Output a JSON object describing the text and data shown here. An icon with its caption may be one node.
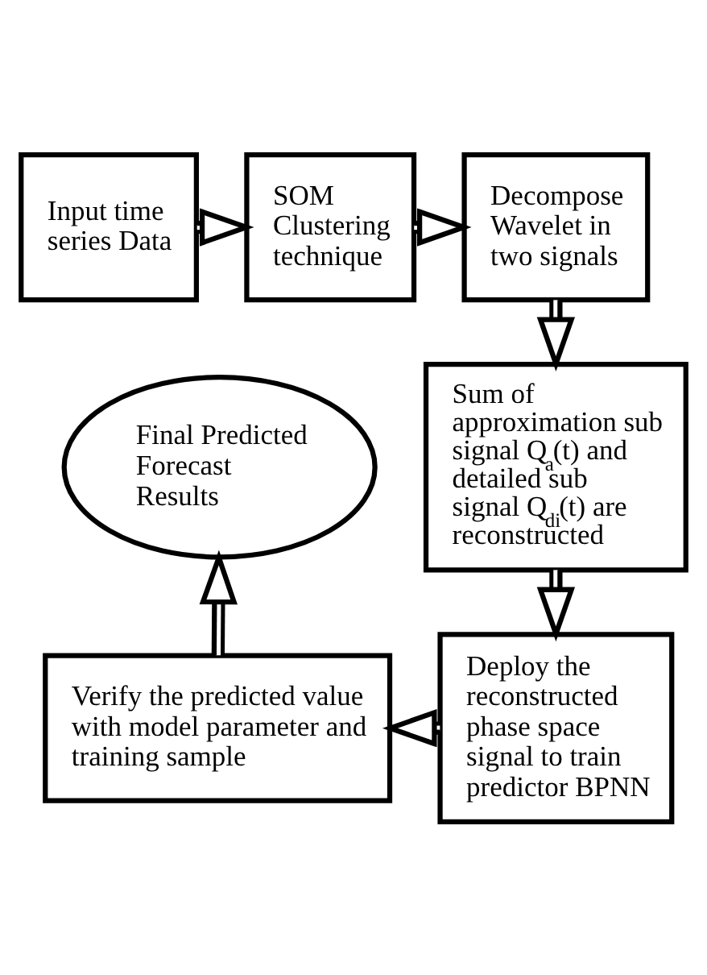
{
  "diagram": {
    "nodes": [
      {
        "text": [
          "Input time series Data"
        ]
      },
      {
        "text": [
          "SOM Clustering technique"
        ]
      },
      {
        "text": [
          "Decompose Wavelet in two signals"
        ]
      },
      {
        "text": [
          "Sum of approximation sub signal Q$_{a}$(t) and detailed sub signal Q$_{di}$(t) are reconstructed"
        ]
      },
      {
        "text": [
          "Deploy the reconstructed phase space signal to train predictor BPNN"
        ]
      },
      {
        "text": [
          "Verify the predicted value with model parameter and training sample"
        ]
      },
      {
        "text": [
          "Final Predicted Forecast Results"
        ]
      }
    ],
    "edges": [
      {
        "from": 0,
        "to": 1,
        "arrow": "to"
      },
      {
        "from": 1,
        "to": 2,
        "arrow": "to"
      },
      {
        "from": 2,
        "to": 3,
        "arrow": "to"
      },
      {
        "from": 3,
        "to": 4,
        "arrow": "to"
      },
      {
        "from": 4,
        "to": 5,
        "arrow": "to"
      },
      {
        "from": 5,
        "to": 6,
        "arrow": "to"
      }
    ]
  }
}
